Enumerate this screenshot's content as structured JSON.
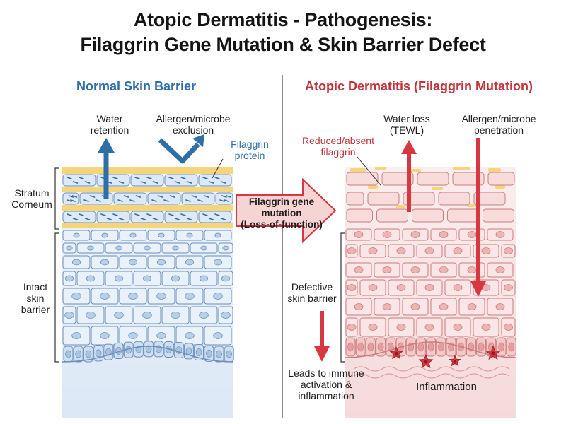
{
  "title": {
    "line1": "Atopic Dermatitis - Pathogenesis:",
    "line2": "Filaggrin Gene Mutation & Skin Barrier Defect"
  },
  "normal": {
    "heading": "Normal Skin Barrier",
    "water_retention": [
      "Water",
      "retention"
    ],
    "allergen_exclusion": [
      "Allergen/microbe",
      "exclusion"
    ],
    "filaggrin_protein": [
      "Filaggrin",
      "protein"
    ],
    "stratum_corneum": [
      "Stratum",
      "Corneum"
    ],
    "intact_barrier": [
      "Intact",
      "skin",
      "barrier"
    ]
  },
  "center": {
    "mutation": [
      "Filaggrin gene",
      "mutation",
      "(Loss-of-function)"
    ]
  },
  "ad": {
    "heading": "Atopic Dermatitis (Filaggrin Mutation)",
    "water_loss": [
      "Water loss",
      "(TEWL)"
    ],
    "allergen_penetration": [
      "Allergen/microbe",
      "penetration"
    ],
    "reduced_filaggrin": [
      "Reduced/absent",
      "filaggrin"
    ],
    "defective_barrier": [
      "Defective",
      "skin barrier"
    ],
    "immune_activation": [
      "Leads to immune",
      "activation &",
      "inflammation"
    ],
    "inflammation": "Inflammation"
  },
  "colors": {
    "normal_fill": "#dde9f6",
    "normal_stroke": "#6a8fb8",
    "normal_accent": "#2e6fa8",
    "lipid": "#f6d57a",
    "ad_fill": "#f8dcdc",
    "ad_stroke": "#c97c7c",
    "ad_accent": "#d8373f",
    "arrow_bg": "#f7d4d4"
  }
}
